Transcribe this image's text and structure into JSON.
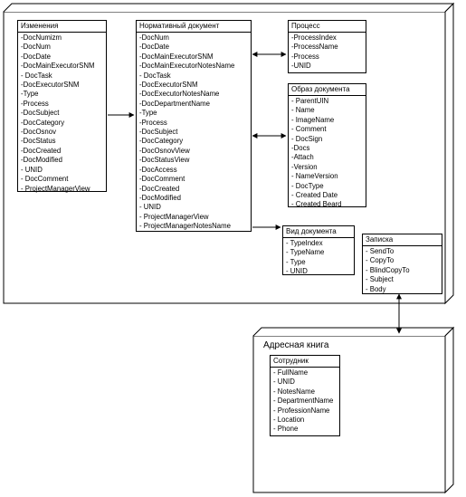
{
  "izmeneniya": {
    "title": "Изменения",
    "fields": [
      "-DocNumizm",
      "-DocNum",
      "-DocDate",
      "-DocMainExecutorSNM",
      "- DocTask",
      "-DocExecutorSNM",
      "-Type",
      "-Process",
      "-DocSubject",
      "-DocCategory",
      "-DocOsnov",
      "-DocStatus",
      "-DocCreated",
      "-DocModified",
      "- UNID",
      "- DocComment",
      "- ProjectManagerView"
    ]
  },
  "normativny": {
    "title": "Нормативный документ",
    "fields": [
      "-DocNum",
      "-DocDate",
      "-DocMainExecutorSNM",
      "-DocMainExecutorNotesName",
      "- DocTask",
      "-DocExecutorSNM",
      "-DocExecutorNotesName",
      "-DocDepartmentName",
      "-Type",
      "-Process",
      "-DocSubject",
      "-DocCategory",
      "-DocOsnovView",
      "-DocStatusView",
      "-DocAccess",
      "-DocComment",
      "-DocCreated",
      "-DocModified",
      "- UNID",
      "- ProjectManagerView",
      "- ProjectManagerNotesName"
    ]
  },
  "process": {
    "title": "Процесс",
    "fields": [
      "-ProcessIndex",
      "-ProcessName",
      "-Process",
      "-UNID"
    ]
  },
  "obraz": {
    "title": "Образ документа",
    "fields": [
      "- ParentUIN",
      "- Name",
      "- ImageName",
      "- Comment",
      "- DocSign",
      "-Docs",
      "-Attach",
      "-Version",
      "- NameVersion",
      "- DocType",
      "- Created  Date",
      "- Created  Beard"
    ]
  },
  "vid": {
    "title": "Вид документа",
    "fields": [
      "- TypeIndex",
      "- TypeName",
      "- Type",
      "- UNID"
    ]
  },
  "zapiska": {
    "title": "Записка",
    "fields": [
      "- SendTo",
      "- CopyTo",
      "- BlindCopyTo",
      "- Subject",
      "- Body"
    ]
  },
  "adresnaya": {
    "title": "Адресная книга"
  },
  "sotrudnik": {
    "title": "Сотрудник",
    "fields": [
      "- FullName",
      "- UNID",
      "- NotesName",
      "- DepartmentName",
      "- ProfessionName",
      "- Location",
      "- Phone"
    ]
  }
}
